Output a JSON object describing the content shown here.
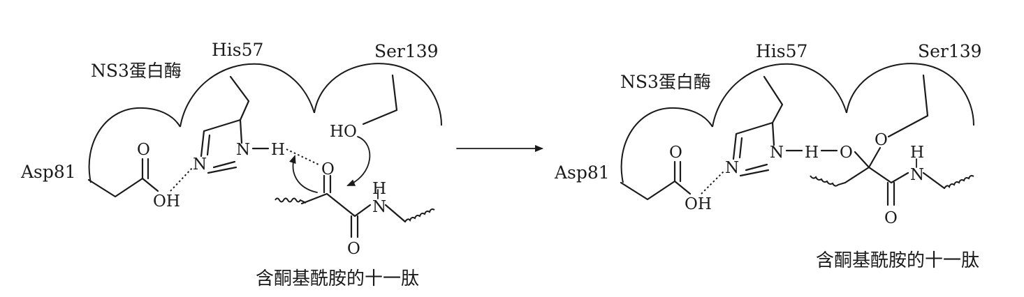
{
  "left_panel": {
    "protein_label": "NS3蛋白酶",
    "his_label": "His57",
    "ser_label": "Ser139",
    "asp_label": "Asp81",
    "caption": "含酮基酰胺的十一肽",
    "atoms": {
      "carboxyl_O": "O",
      "carboxyl_OH": "OH",
      "imid_N_top": "N",
      "imid_N_bottom": "N",
      "imid_H": "H",
      "ser_HO": "HO",
      "ketone_O": "O",
      "amide_O": "O",
      "amide_N": "N",
      "amide_H": "H"
    }
  },
  "arrow_label": "",
  "right_panel": {
    "protein_label": "NS3蛋白酶",
    "his_label": "His57",
    "ser_label": "Ser139",
    "asp_label": "Asp81",
    "caption": "含酮基酰胺的十一肽",
    "atoms": {
      "carboxyl_O": "O",
      "carboxyl_OH": "OH",
      "imid_N_top": "N",
      "imid_N_bottom": "N",
      "imid_H": "H",
      "hemiketal_O1": "O",
      "hemiketal_O2": "O",
      "amide_O": "O",
      "amide_N": "N",
      "amide_H": "H"
    }
  }
}
